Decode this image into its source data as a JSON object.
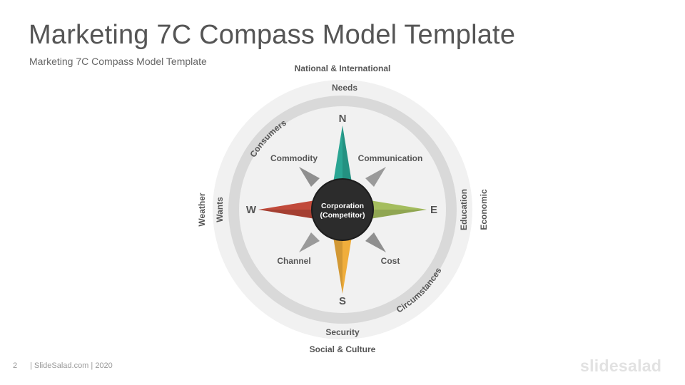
{
  "header": {
    "title": "Marketing 7C Compass Model Template",
    "subtitle": "Marketing 7C Compass Model Template"
  },
  "footer": {
    "page_number": "2",
    "text": "| SlideSalad.com | 2020",
    "logo": "slidesalad"
  },
  "compass": {
    "center_line1": "Corporation",
    "center_line2": "(Competitor)",
    "directions": {
      "north": "N",
      "east": "E",
      "south": "S",
      "west": "W"
    },
    "inner_items": {
      "commodity": "Commodity",
      "communication": "Communication",
      "channel": "Channel",
      "cost": "Cost"
    },
    "inner_ring": {
      "needs": "Needs",
      "wants": "Wants",
      "security": "Security",
      "education": "Education",
      "consumers": "Consumers",
      "circumstances": "Circumstances"
    },
    "outer_ring": {
      "national_international": "National & International",
      "weather": "Weather",
      "social_culture": "Social & Culture",
      "economic": "Economic"
    },
    "colors": {
      "north": "#2aa593",
      "east": "#a4bd5e",
      "south": "#f0ae3c",
      "west": "#c14a3b",
      "diagonal": "#9a9a9a",
      "center": "#2c2c2c",
      "outer_disc": "#f1f1f1",
      "ring": "#d9d9d9"
    }
  }
}
